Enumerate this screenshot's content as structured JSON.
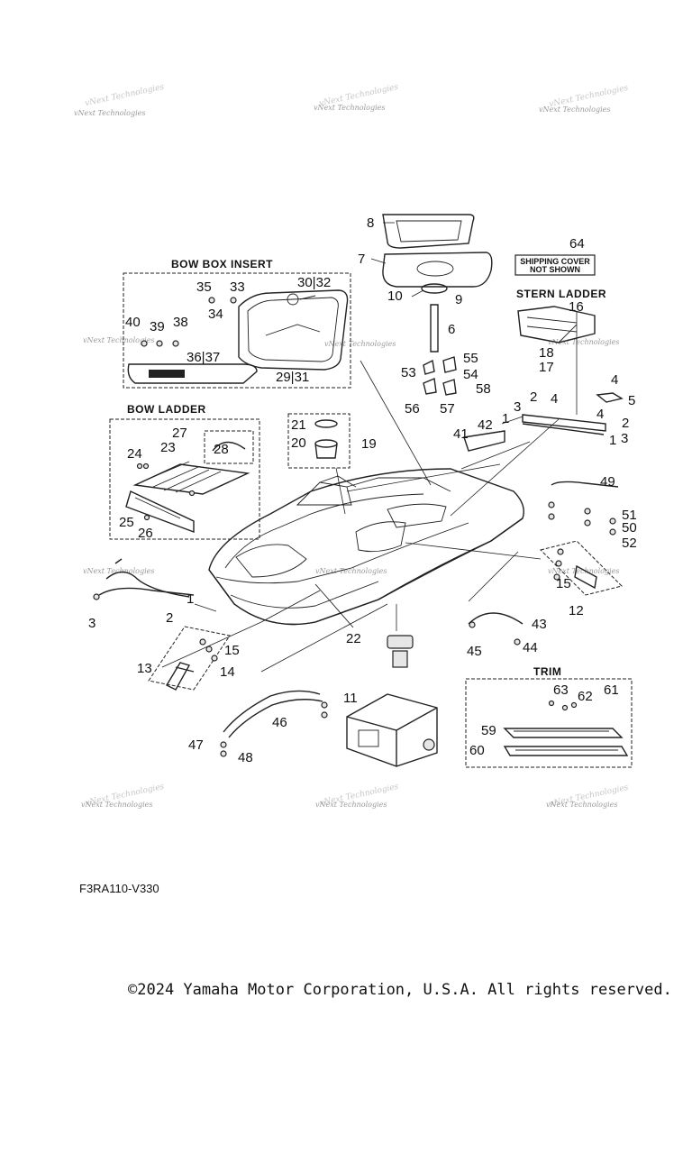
{
  "diagram": {
    "model_code": "F3RA110-V330",
    "copyright": "©2024 Yamaha Motor Corporation, U.S.A. All rights reserved.",
    "watermark": "vNext Technologies",
    "sections": {
      "bow_box_insert": "BOW BOX INSERT",
      "bow_ladder": "BOW LADDER",
      "stern_ladder": "STERN LADDER",
      "trim": "TRIM",
      "shipping_cover": "SHIPPING COVER NOT SHOWN"
    },
    "callouts": {
      "c1a": "1",
      "c1b": "1",
      "c1c": "1",
      "c2a": "2",
      "c2b": "2",
      "c2c": "2",
      "c3a": "3",
      "c3b": "3",
      "c3c": "3",
      "c4a": "4",
      "c4b": "4",
      "c4c": "4",
      "c5": "5",
      "c6": "6",
      "c7": "7",
      "c8": "8",
      "c9": "9",
      "c10": "10",
      "c11": "11",
      "c12": "12",
      "c13": "13",
      "c14": "14",
      "c15a": "15",
      "c15b": "15",
      "c16": "16",
      "c17": "17",
      "c18": "18",
      "c19": "19",
      "c20": "20",
      "c21": "21",
      "c22": "22",
      "c23": "23",
      "c24": "24",
      "c25": "25",
      "c26": "26",
      "c27": "27",
      "c28": "28",
      "c29_31": "29|31",
      "c30_32": "30|32",
      "c33": "33",
      "c34": "34",
      "c35": "35",
      "c36_37": "36|37",
      "c38": "38",
      "c39": "39",
      "c40": "40",
      "c41": "41",
      "c42": "42",
      "c43": "43",
      "c44": "44",
      "c45": "45",
      "c46": "46",
      "c47": "47",
      "c48": "48",
      "c49": "49",
      "c50": "50",
      "c51": "51",
      "c52": "52",
      "c53": "53",
      "c54": "54",
      "c55": "55",
      "c56": "56",
      "c57": "57",
      "c58": "58",
      "c59": "59",
      "c60": "60",
      "c61": "61",
      "c62": "62",
      "c63": "63",
      "c64": "64"
    }
  }
}
